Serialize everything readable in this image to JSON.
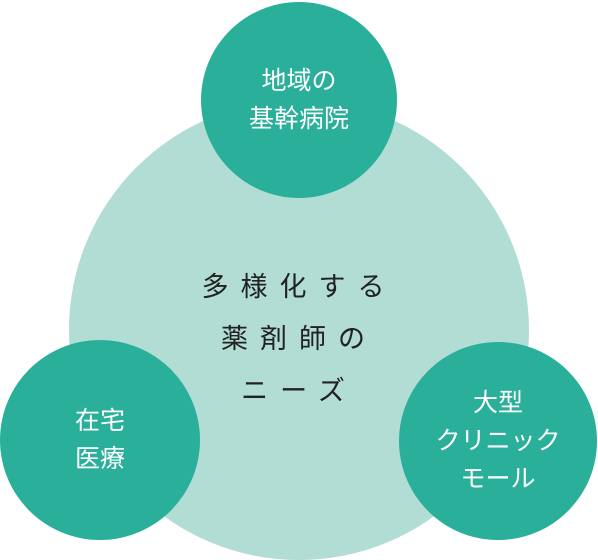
{
  "center": {
    "lines": [
      "多様化する",
      "薬剤師の",
      "ニーズ"
    ]
  },
  "top_circle": {
    "lines": [
      "地域の",
      "基幹病院"
    ]
  },
  "left_circle": {
    "lines": [
      "在宅",
      "医療"
    ]
  },
  "right_circle": {
    "lines": [
      "大型",
      "クリニック",
      "モール"
    ]
  },
  "colors": {
    "big_circle": "#b1ddd4",
    "small_circle": "#2ab09a",
    "small_text": "#ffffff",
    "center_text": "#222222"
  }
}
